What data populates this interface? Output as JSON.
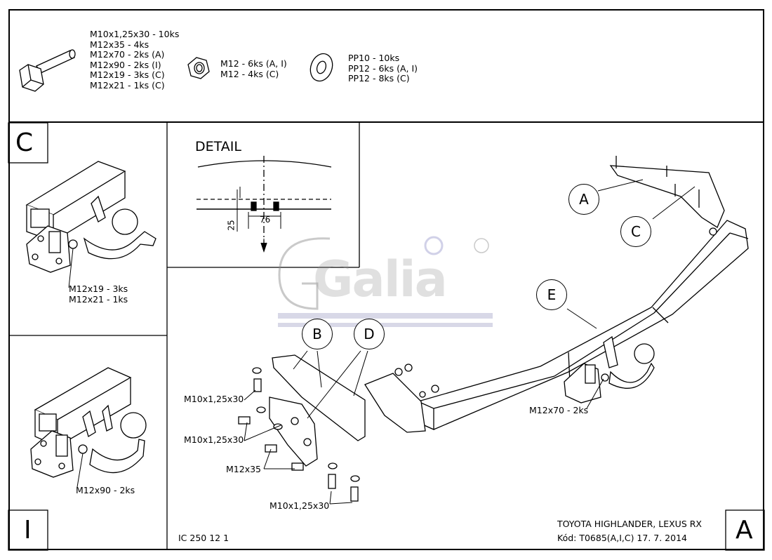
{
  "bolts": [
    "M10x1,25x30 - 10ks",
    "M12x35 - 4ks",
    "M12x70 - 2ks (A)",
    "M12x90 - 2ks (I)",
    "M12x19 - 3ks (C)",
    "M12x21 - 1ks (C)"
  ],
  "nuts": [
    "M12 - 6ks (A, I)",
    "M12 - 4ks (C)"
  ],
  "washers": [
    "PP10 - 10ks",
    "PP12 - 6ks (A, I)",
    "PP12 - 8ks (C)"
  ],
  "panel_c": {
    "letter": "C",
    "bolts": [
      "M12x19 - 3ks",
      "M12x21 - 1ks"
    ]
  },
  "panel_i": {
    "letter": "I",
    "bolt": "M12x90 - 2ks"
  },
  "panel_a": {
    "letter": "A"
  },
  "detail": {
    "title": "DETAIL",
    "dim_25": "25",
    "dim_76": "76"
  },
  "callouts": {
    "a": "A",
    "b": "B",
    "c": "C",
    "d": "D",
    "e": "E"
  },
  "part_labels": {
    "bolt_left_1": "M10x1,25x30",
    "bolt_left_2": "M10x1,25x30",
    "bolt_m12x35": "M12x35",
    "bolt_bottom": "M10x1,25x30",
    "bolt_m12x70": "M12x70 - 2ks"
  },
  "footer": {
    "drawing_no": "IC 250 12 1",
    "vehicle": "TOYOTA HIGHLANDER, LEXUS RX",
    "code": "Kód: T0685(A,I,C)  17. 7. 2014"
  },
  "watermark": "Galia"
}
